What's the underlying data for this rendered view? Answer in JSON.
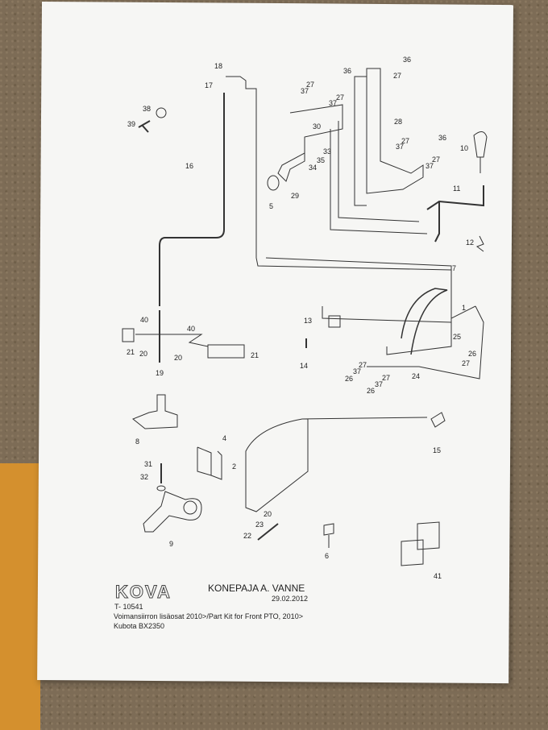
{
  "title_block": {
    "logo": "KOVA",
    "company": "KONEPAJA A. VANNE",
    "date": "29.02.2012",
    "drawing_no": "T- 10541",
    "description": "Voimansiirron lisäosat 2010>/Part Kit for Front PTO, 2010>",
    "model": "Kubota BX2350"
  },
  "part_numbers": {
    "p1": "1",
    "p2": "2",
    "p4": "4",
    "p5": "5",
    "p6": "6",
    "p7": "7",
    "p8": "8",
    "p9": "9",
    "p10": "10",
    "p11": "11",
    "p12": "12",
    "p13": "13",
    "p14": "14",
    "p15": "15",
    "p16": "16",
    "p17": "17",
    "p18": "18",
    "p19": "19",
    "p20": "20",
    "p21": "21",
    "p22": "22",
    "p23": "23",
    "p24": "24",
    "p25": "25",
    "p26": "26",
    "p27": "27",
    "p28": "28",
    "p29": "29",
    "p30": "30",
    "p31": "31",
    "p32": "32",
    "p33": "33",
    "p34": "34",
    "p35": "35",
    "p36": "36",
    "p37": "37",
    "p38": "38",
    "p39": "39",
    "p40": "40",
    "p41": "41"
  },
  "colors": {
    "paper": "#f6f6f4",
    "ink": "#333333",
    "desk": "#7d6c56",
    "tape": "#d4902e"
  }
}
